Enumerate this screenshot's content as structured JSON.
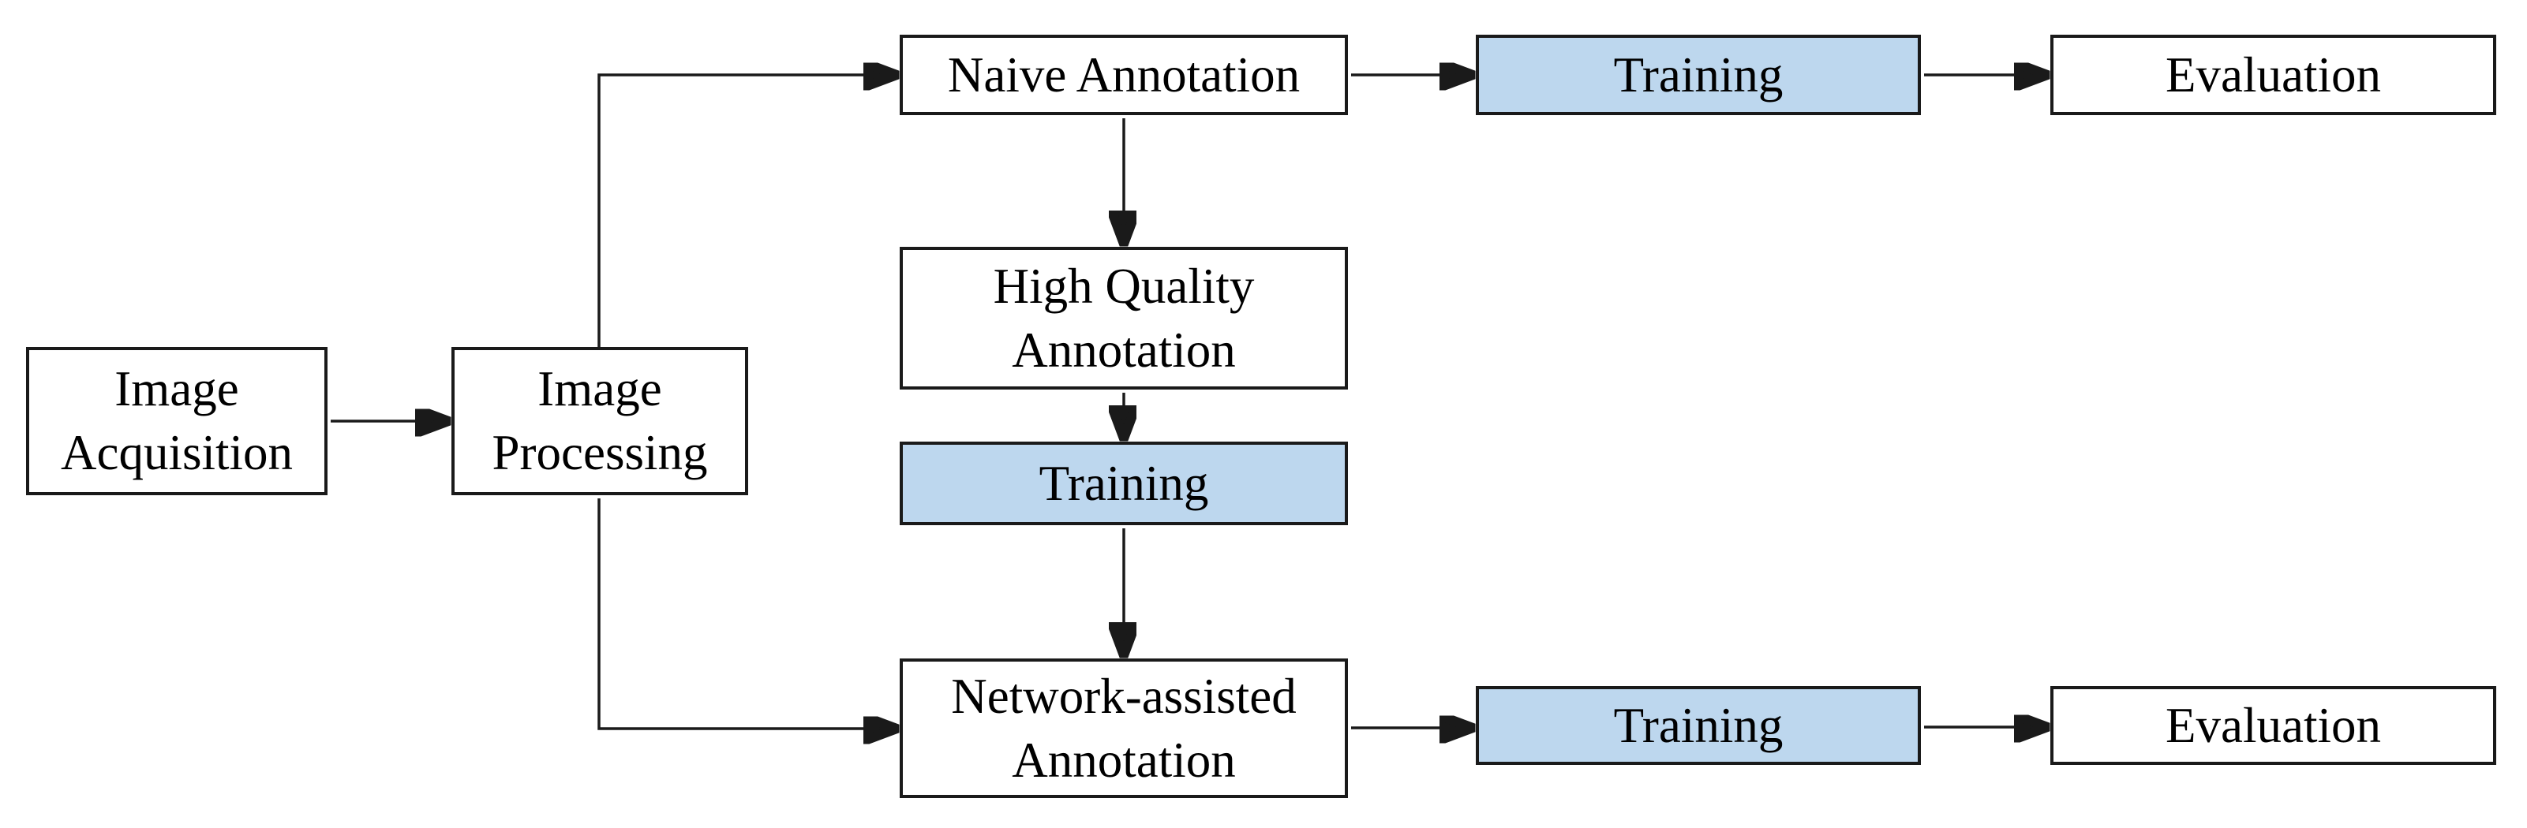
{
  "colors": {
    "training_fill": "#BDD7EE",
    "line": "#1A1A1A",
    "background": "#FFFFFF",
    "text": "#000000"
  },
  "diagram": {
    "nodes": {
      "image_acquisition": {
        "label": "Image\nAcquisition",
        "fill": "white"
      },
      "image_processing": {
        "label": "Image\nProcessing",
        "fill": "white"
      },
      "naive_annotation": {
        "label": "Naive Annotation",
        "fill": "white"
      },
      "training_top": {
        "label": "Training",
        "fill": "blue"
      },
      "evaluation_top": {
        "label": "Evaluation",
        "fill": "white"
      },
      "high_quality_annotation": {
        "label": "High Quality\nAnnotation",
        "fill": "white"
      },
      "training_middle": {
        "label": "Training",
        "fill": "blue"
      },
      "network_assisted_annotation": {
        "label": "Network-assisted\nAnnotation",
        "fill": "white"
      },
      "training_bottom": {
        "label": "Training",
        "fill": "blue"
      },
      "evaluation_bottom": {
        "label": "Evaluation",
        "fill": "white"
      }
    },
    "edges": [
      {
        "from": "image_acquisition",
        "to": "image_processing",
        "route": "straight"
      },
      {
        "from": "image_processing",
        "to": "naive_annotation",
        "route": "elbow-up"
      },
      {
        "from": "naive_annotation",
        "to": "training_top",
        "route": "straight"
      },
      {
        "from": "training_top",
        "to": "evaluation_top",
        "route": "straight"
      },
      {
        "from": "naive_annotation",
        "to": "high_quality_annotation",
        "route": "straight"
      },
      {
        "from": "high_quality_annotation",
        "to": "training_middle",
        "route": "straight"
      },
      {
        "from": "training_middle",
        "to": "network_assisted_annotation",
        "route": "straight"
      },
      {
        "from": "image_processing",
        "to": "network_assisted_annotation",
        "route": "elbow-down"
      },
      {
        "from": "network_assisted_annotation",
        "to": "training_bottom",
        "route": "straight"
      },
      {
        "from": "training_bottom",
        "to": "evaluation_bottom",
        "route": "straight"
      }
    ]
  }
}
